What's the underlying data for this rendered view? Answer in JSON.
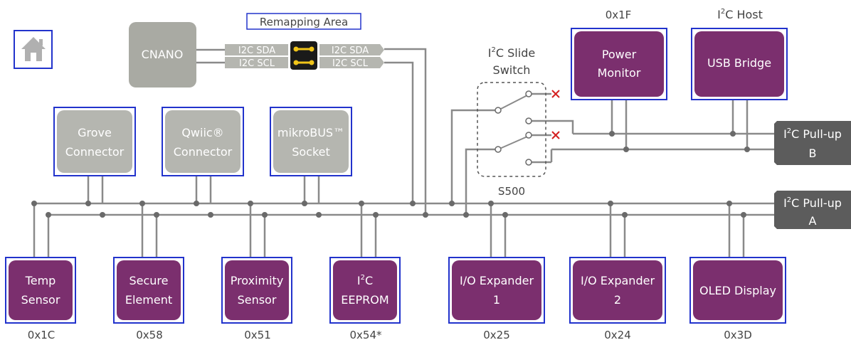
{
  "remap_label": "Remapping Area",
  "home_icon": "home-icon",
  "cnano": "CNANO",
  "signals": {
    "sda": "I2C SDA",
    "scl": "I2C SCL"
  },
  "top_connectors": [
    {
      "line1": "Grove",
      "line2": "Connector"
    },
    {
      "line1": "Qwiic®",
      "line2": "Connector"
    },
    {
      "line1": "mikroBUS™",
      "line2": "Socket"
    }
  ],
  "slide_switch": {
    "line1_prefix": "I",
    "line1_sup": "2",
    "line1_rest": "C Slide",
    "line2": "Switch",
    "ref": "S500"
  },
  "power_monitor": {
    "line1": "Power",
    "line2": "Monitor",
    "addr": "0x1F"
  },
  "usb_bridge": {
    "label": "USB Bridge",
    "host_prefix": "I",
    "host_sup": "2",
    "host_rest": "C Host"
  },
  "pullup_b": {
    "prefix": "I",
    "sup": "2",
    "rest": "C Pull-up",
    "line2": "B"
  },
  "pullup_a": {
    "prefix": "I",
    "sup": "2",
    "rest": "C Pull-up",
    "line2": "A"
  },
  "bottom_devices": [
    {
      "line1": "Temp",
      "line2": "Sensor",
      "addr": "0x1C"
    },
    {
      "line1": "Secure",
      "line2": "Element",
      "addr": "0x58"
    },
    {
      "line1": "Proximity",
      "line2": "Sensor",
      "addr": "0x51"
    },
    {
      "line1_prefix": "I",
      "line1_sup": "2",
      "line1_rest": "C",
      "line2": "EEPROM",
      "addr": "0x54*"
    },
    {
      "line1": "I/O Expander",
      "line2": "1",
      "addr": "0x25"
    },
    {
      "line1": "I/O Expander",
      "line2": "2",
      "addr": "0x24"
    },
    {
      "line1": "OLED Display",
      "line2": "",
      "addr": "0x3D"
    }
  ],
  "colors": {
    "purple": "#7b2f6e",
    "gray_box": "#b5b6b0",
    "dark_gray": "#5c5c5c",
    "border_blue": "#2233cc",
    "wire": "#8a8a8a",
    "cross_red": "#d42020",
    "jumper_yellow": "#f0c419"
  }
}
